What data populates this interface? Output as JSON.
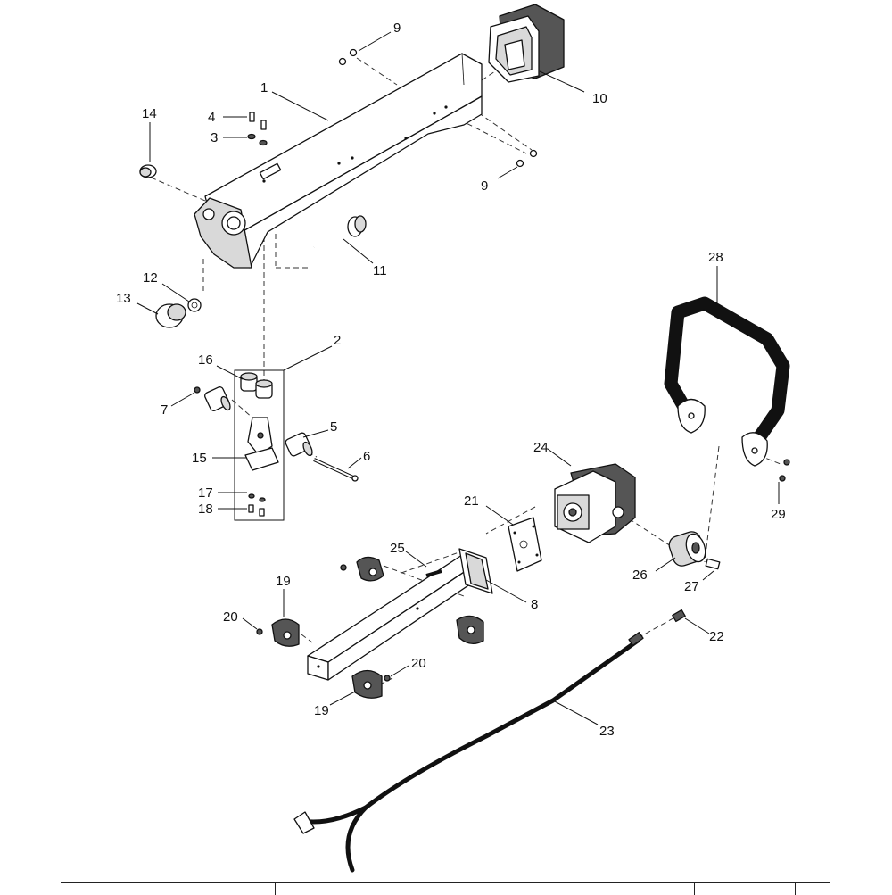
{
  "diagram": {
    "callouts": {
      "c1": "1",
      "c2": "2",
      "c3": "3",
      "c4": "4",
      "c5": "5",
      "c6": "6",
      "c7": "7",
      "c8": "8",
      "c9a": "9",
      "c9b": "9",
      "c10": "10",
      "c11": "11",
      "c12": "12",
      "c13": "13",
      "c14": "14",
      "c15": "15",
      "c16": "16",
      "c17": "17",
      "c18": "18",
      "c19a": "19",
      "c19b": "19",
      "c20a": "20",
      "c20b": "20",
      "c21": "21",
      "c22": "22",
      "c23": "23",
      "c24": "24",
      "c25": "25",
      "c26": "26",
      "c27": "27",
      "c28": "28",
      "c29": "29"
    },
    "colors": {
      "line": "#111111",
      "shade": "#d9d9d9",
      "dark": "#555555",
      "background": "#ffffff"
    }
  }
}
